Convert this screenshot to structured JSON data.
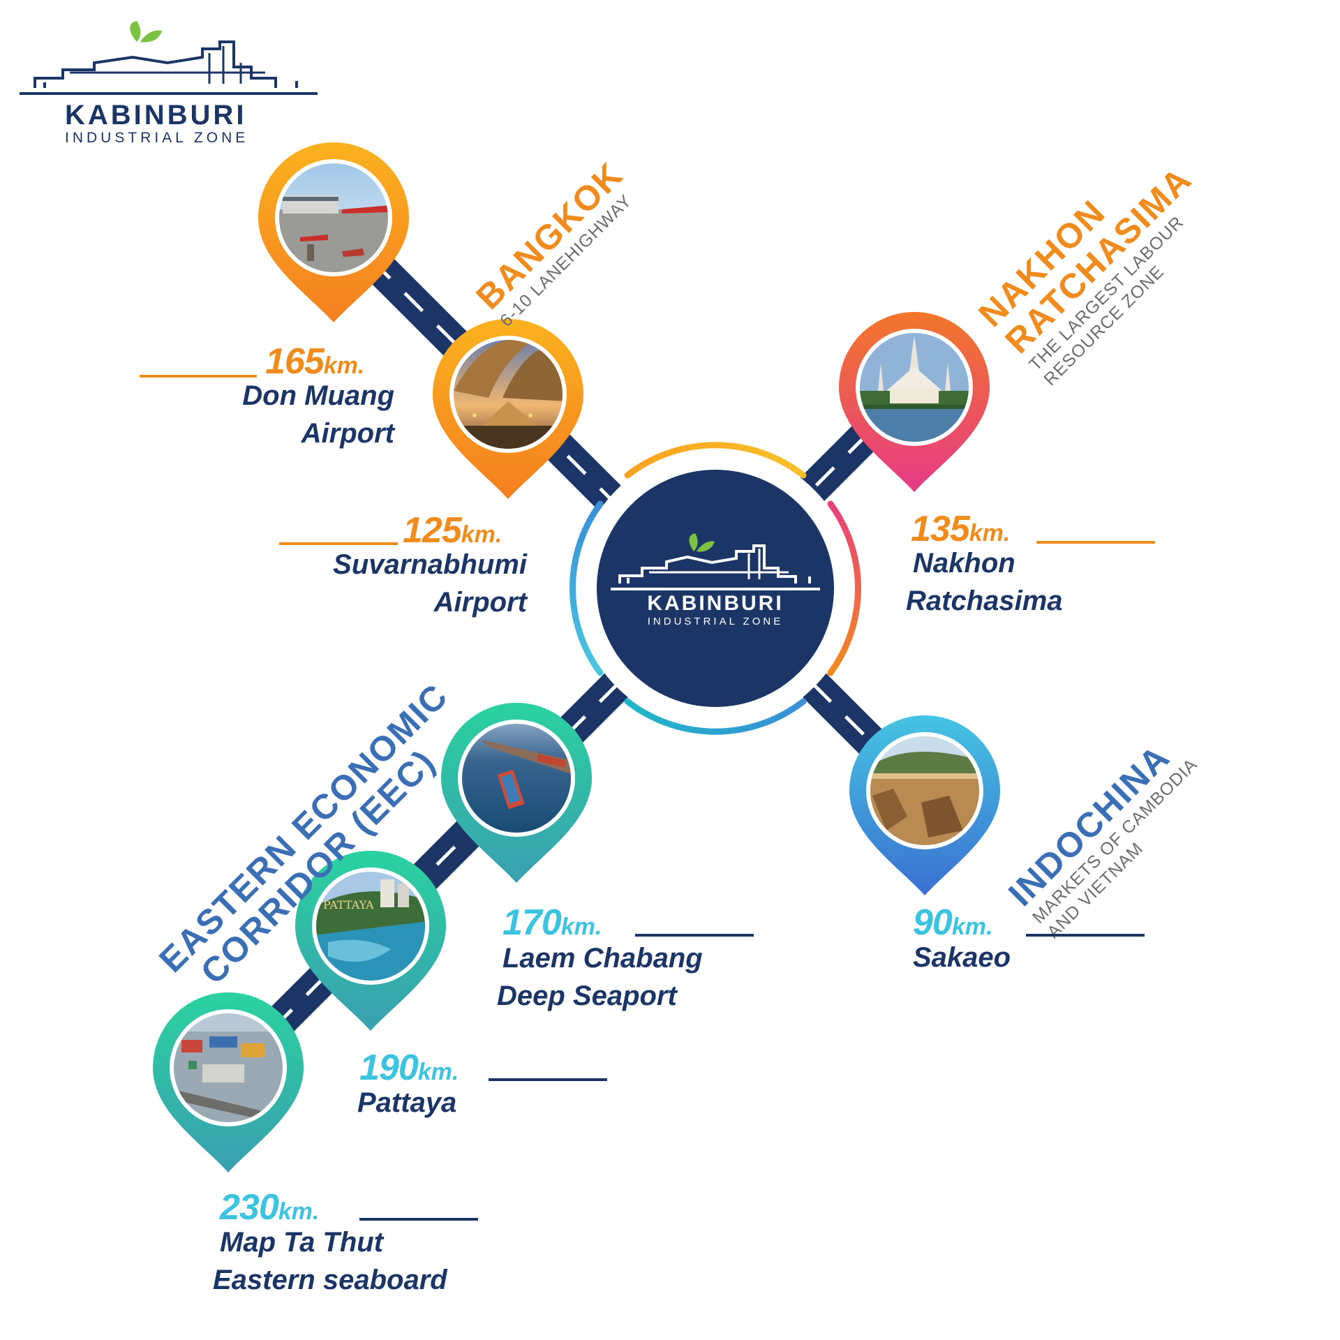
{
  "brand": {
    "name": "KABINBURI",
    "tagline": "INDUSTRIAL ZONE",
    "colors": {
      "navy": "#1b3566",
      "leaf": "#7cc242",
      "orange": "#f08c1e",
      "cyan": "#3cc3e0",
      "magenta": "#e8407a"
    }
  },
  "regions": {
    "bangkok": {
      "title": "BANGKOK",
      "subtitle": "6-10 LANEHIGHWAY"
    },
    "nakhon": {
      "title1": "NAKHON",
      "title2": "RATCHASIMA",
      "subtitle1": "THE LARGEST LABOUR",
      "subtitle2": "RESOURCE ZONE"
    },
    "eec": {
      "title1": "EASTERN ECONOMIC",
      "title2": "CORRIDOR (EEC)"
    },
    "indochina": {
      "title": "INDOCHINA",
      "subtitle1": "MARKETS OF CAMBODIA",
      "subtitle2": "AND VIETNAM"
    }
  },
  "destinations": {
    "don_muang": {
      "distance": "165",
      "unit": "km.",
      "line1": "Don Muang",
      "line2": "Airport",
      "icon": "airport-photo"
    },
    "suvarnabhumi": {
      "distance": "125",
      "unit": "km.",
      "line1": "Suvarnabhumi",
      "line2": "Airport",
      "icon": "terminal-photo"
    },
    "nakhon": {
      "distance": "135",
      "unit": "km.",
      "line1": "Nakhon",
      "line2": "Ratchasima",
      "icon": "temple-photo"
    },
    "sakaeo": {
      "distance": "90",
      "unit": "km.",
      "line1": "Sakaeo",
      "icon": "canyon-photo"
    },
    "laem_chabang": {
      "distance": "170",
      "unit": "km.",
      "line1": "Laem Chabang",
      "line2": "Deep Seaport",
      "icon": "port-photo"
    },
    "pattaya": {
      "distance": "190",
      "unit": "km.",
      "line1": "Pattaya",
      "photo_sign": "PATTAYA",
      "icon": "beach-photo"
    },
    "map_ta_phut": {
      "distance": "230",
      "unit": "km.",
      "line1": "Map Ta Thut",
      "line2": "Eastern seaboard",
      "icon": "industrial-photo"
    }
  }
}
